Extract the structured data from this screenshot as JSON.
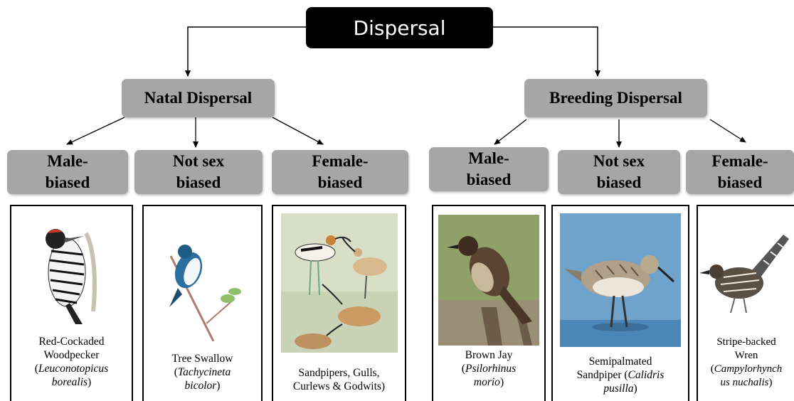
{
  "root": {
    "label": "Dispersal"
  },
  "branches": [
    {
      "label": "Natal Dispersal",
      "groups": [
        {
          "line1": "Male-",
          "line2": "biased",
          "species": {
            "common": [
              "Red-Cockaded",
              "Woodpecker"
            ],
            "scientific": [
              "(",
              "Leuconotopicus",
              "borealis",
              ")"
            ]
          },
          "icon": "woodpecker-icon"
        },
        {
          "line1": "Not sex",
          "line2": "biased",
          "species": {
            "common": [
              "Tree Swallow"
            ],
            "scientific": [
              "(",
              "Tachycineta",
              "bicolor",
              ")"
            ]
          },
          "icon": "swallow-icon"
        },
        {
          "line1": "Female-",
          "line2": "biased",
          "species": {
            "common": [
              "Sandpipers,  Gulls,",
              "Curlews & Godwits)"
            ],
            "scientific": []
          },
          "icon": "shorebirds-icon"
        }
      ]
    },
    {
      "label": "Breeding Dispersal",
      "groups": [
        {
          "line1": "Male-",
          "line2": "biased",
          "species": {
            "common": [
              "Brown Jay"
            ],
            "scientific": [
              "(",
              "Psilorhinus",
              "morio",
              ")"
            ]
          },
          "icon": "jay-icon"
        },
        {
          "line1": "Not sex",
          "line2": "biased",
          "species": {
            "common": [
              "Semipalmated",
              "Sandpiper  ("
            ],
            "scientific": [
              "Calidris",
              "pusilla",
              ")"
            ]
          },
          "icon": "sandpiper-icon"
        },
        {
          "line1": "Female-",
          "line2": "biased",
          "species": {
            "common": [
              "Stripe-backed",
              "Wren"
            ],
            "scientific": [
              "(",
              "Campylorhynch",
              "us nuchalis",
              ")"
            ]
          },
          "icon": "wren-icon"
        }
      ]
    }
  ],
  "colors": {
    "box_gray": "#a6a6a6",
    "root_bg": "#000000",
    "root_text": "#ffffff",
    "line": "#000000"
  }
}
